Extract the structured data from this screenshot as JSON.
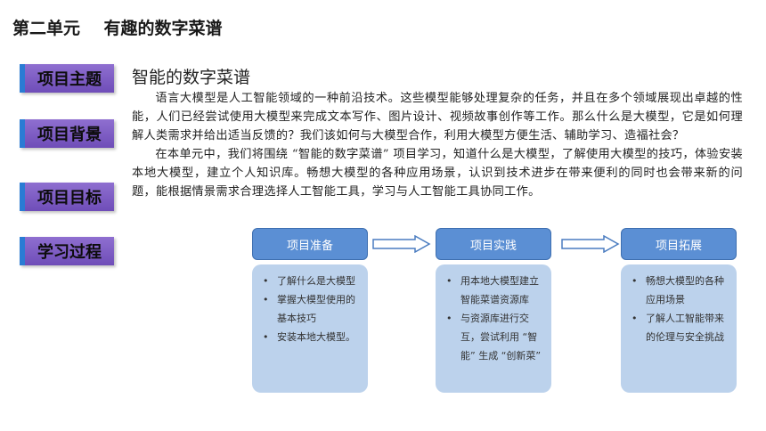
{
  "unit_title": "第二单元    有趣的数字菜谱",
  "side_labels": [
    "项目主题",
    "项目背景",
    "项目目标",
    "学习过程"
  ],
  "section_title": "智能的数字菜谱",
  "paragraphs": [
    "语言大模型是人工智能领域的一种前沿技术。这些模型能够处理复杂的任务，并且在多个领域展现出卓越的性能，人们已经尝试使用大模型来完成文本写作、图片设计、视频故事创作等工作。那么什么是大模型，它是如何理解人类需求并给出适当反馈的？我们该如何与大模型合作，利用大模型方便生活、辅助学习、造福社会？",
    "在本单元中，我们将围绕 “智能的数字菜谱” 项目学习，知道什么是大模型，了解使用大模型的技巧，体验安装本地大模型，建立个人知识库。畅想大模型的各种应用场景，认识到技术进步在带来便利的同时也会带来新的问题，能根据情景需求合理选择人工智能工具，学习与人工智能工具协同工作。"
  ],
  "stages": [
    {
      "title": "项目准备",
      "items": [
        "了解什么是大模型",
        "掌握大模型使用的基本技巧",
        "安装本地大模型。"
      ]
    },
    {
      "title": "项目实践",
      "items": [
        "用本地大模型建立智能菜谱资源库",
        "与资源库进行交互，尝试利用 “智能” 生成 “创新菜”"
      ]
    },
    {
      "title": "项目拓展",
      "items": [
        "畅想大模型的各种应用场景",
        "了解人工智能带来的伦理与安全挑战"
      ]
    }
  ],
  "colors": {
    "label_purple": "#7a5bc4",
    "label_border": "#2a7bd4",
    "stage_head": "#5b8fd4",
    "stage_card": "#bcd2ec"
  }
}
